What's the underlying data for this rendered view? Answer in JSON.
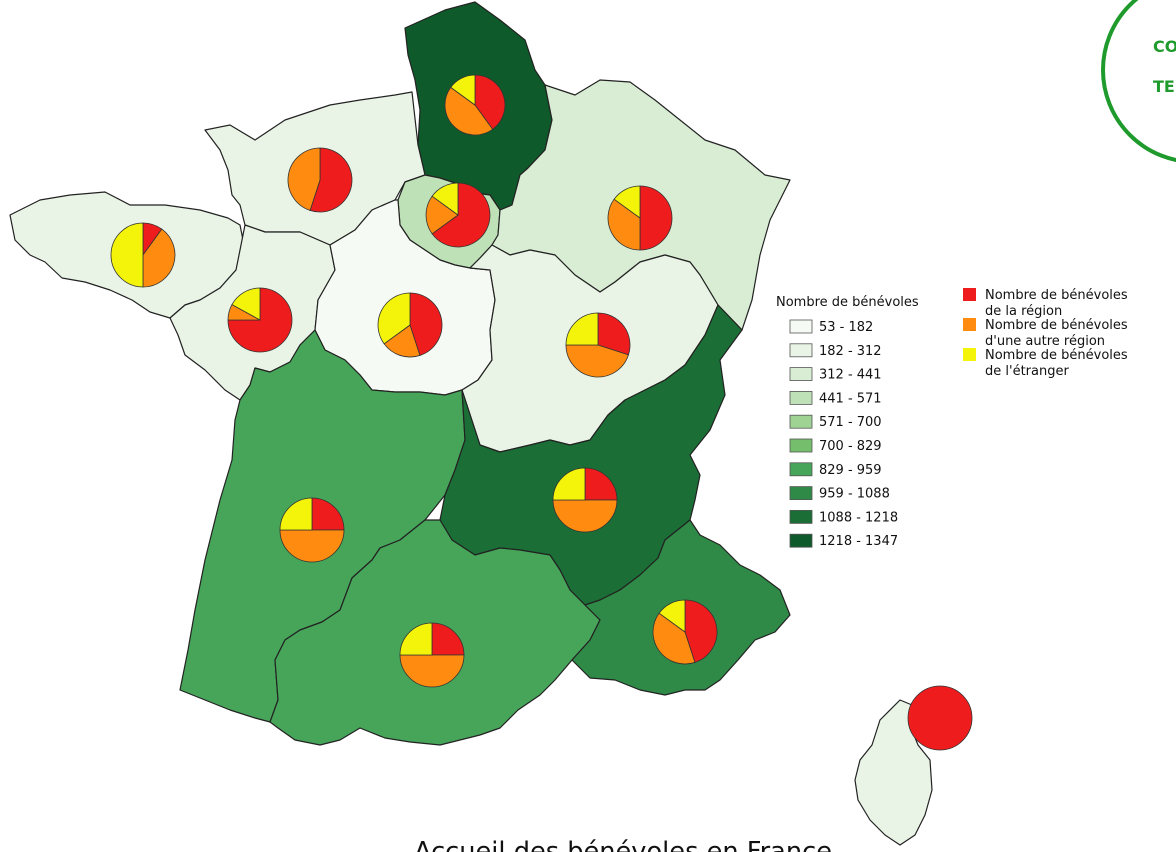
{
  "title": "Accueil des bénévoles en France",
  "badge": {
    "line1": "CO",
    "line2": "TE"
  },
  "choropleth_legend": {
    "title": "Nombre de bénévoles",
    "classes": [
      {
        "label": "53 - 182",
        "color": "#f6faf4"
      },
      {
        "label": "182 - 312",
        "color": "#e9f4e6"
      },
      {
        "label": "312 - 441",
        "color": "#d8edd3"
      },
      {
        "label": "441 - 571",
        "color": "#bfe1b7"
      },
      {
        "label": "571 - 700",
        "color": "#9fd394"
      },
      {
        "label": "700 - 829",
        "color": "#75bf6c"
      },
      {
        "label": "829 - 959",
        "color": "#47a55a"
      },
      {
        "label": "959 - 1088",
        "color": "#2f8a47"
      },
      {
        "label": "1088 - 1218",
        "color": "#1b6e36"
      },
      {
        "label": "1218 - 1347",
        "color": "#0f5a2b"
      }
    ]
  },
  "pie_legend": [
    {
      "line1": "Nombre de bénévoles",
      "line2": "de la région",
      "color": "#ee1c1c"
    },
    {
      "line1": "Nombre de bénévoles",
      "line2": "d'une autre région",
      "color": "#ff8c10"
    },
    {
      "line1": "Nombre de bénévoles",
      "line2": "de l'étranger",
      "color": "#f4f40a"
    }
  ],
  "chart_data": {
    "type": "pie",
    "series_names": [
      "Nombre de bénévoles de la région",
      "Nombre de bénévoles d'une autre région",
      "Nombre de bénévoles de l'étranger"
    ],
    "regions": [
      {
        "fill_class": 9,
        "shares": [
          40,
          45,
          15
        ]
      },
      {
        "fill_class": 1,
        "shares": [
          55,
          45,
          0
        ]
      },
      {
        "fill_class": 3,
        "shares": [
          65,
          20,
          15
        ]
      },
      {
        "fill_class": 2,
        "shares": [
          50,
          35,
          15
        ]
      },
      {
        "fill_class": 1,
        "shares": [
          10,
          40,
          50
        ]
      },
      {
        "fill_class": 1,
        "shares": [
          75,
          8,
          17
        ]
      },
      {
        "fill_class": 0,
        "shares": [
          45,
          20,
          35
        ]
      },
      {
        "fill_class": 1,
        "shares": [
          30,
          45,
          25
        ]
      },
      {
        "fill_class": 6,
        "shares": [
          25,
          50,
          25
        ]
      },
      {
        "fill_class": 8,
        "shares": [
          25,
          50,
          25
        ]
      },
      {
        "fill_class": 6,
        "shares": [
          25,
          50,
          25
        ]
      },
      {
        "fill_class": 7,
        "shares": [
          45,
          40,
          15
        ]
      },
      {
        "fill_class": 1,
        "shares": [
          100,
          0,
          0
        ]
      }
    ]
  }
}
